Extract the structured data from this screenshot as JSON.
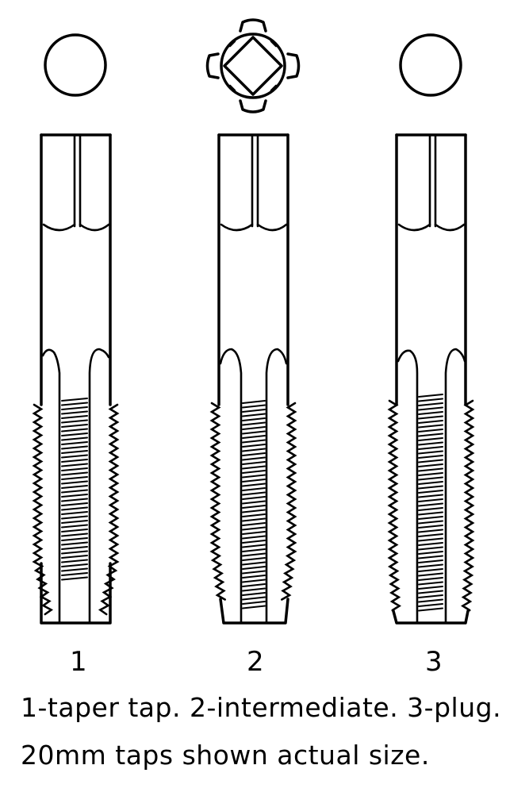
{
  "taps": [
    {
      "number": "1",
      "end_view": "round",
      "thread_start": 0.07,
      "thread_end": 0.93,
      "taper": "long"
    },
    {
      "number": "2",
      "end_view": "square",
      "thread_start": 0.1,
      "thread_end": 0.95,
      "taper": "medium"
    },
    {
      "number": "3",
      "end_view": "round",
      "thread_start": 0.02,
      "thread_end": 0.98,
      "taper": "short"
    }
  ],
  "caption": {
    "line1": "1-taper tap. 2-intermediate. 3-plug.",
    "line2": "20mm taps shown actual size."
  }
}
